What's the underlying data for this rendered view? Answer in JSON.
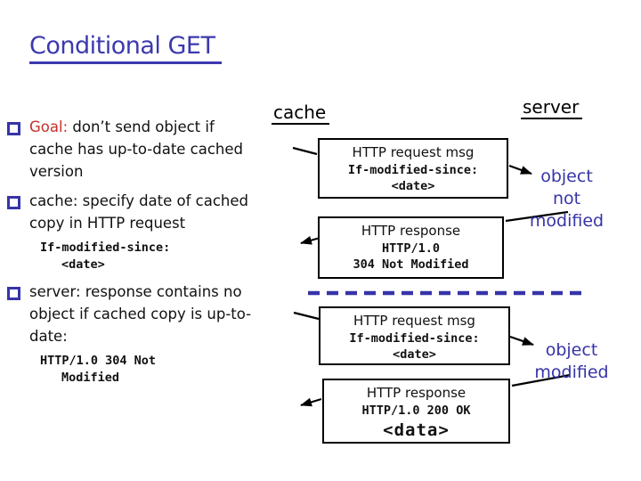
{
  "slide": {
    "title": "Conditional GET",
    "bullets": [
      {
        "lead": "Goal:",
        "text": " don’t send object if cache has up-to-date cached version",
        "code_lines": []
      },
      {
        "lead": "",
        "text": "cache: specify date of cached copy in HTTP request",
        "code_lines": [
          "If-modified-since:",
          "<date>"
        ]
      },
      {
        "lead": "",
        "text": "server: response contains no object if cached copy is up-to-date:",
        "code_lines": [
          "HTTP/1.0 304 Not",
          "Modified"
        ]
      }
    ]
  },
  "diagram": {
    "cache_label": "cache",
    "server_label": "server",
    "boxes": [
      {
        "title": "HTTP request msg",
        "lines": [
          "If-modified-since:",
          "<date>"
        ]
      },
      {
        "title": "HTTP response",
        "lines": [
          "HTTP/1.0",
          "304 Not Modified"
        ]
      },
      {
        "title": "HTTP request msg",
        "lines": [
          "If-modified-since:",
          "<date>"
        ]
      },
      {
        "title": "HTTP response",
        "lines": [
          "HTTP/1.0 200 OK",
          "<data>"
        ]
      }
    ],
    "annotations": [
      {
        "lines": [
          "object",
          "not",
          "modified"
        ]
      },
      {
        "lines": [
          "object",
          "modified"
        ]
      }
    ]
  },
  "colors": {
    "accent_blue": "#3734a8",
    "title_blue": "#3c39ae",
    "goal_red": "#c8312b",
    "text_black": "#111111",
    "background": "#ffffff"
  }
}
